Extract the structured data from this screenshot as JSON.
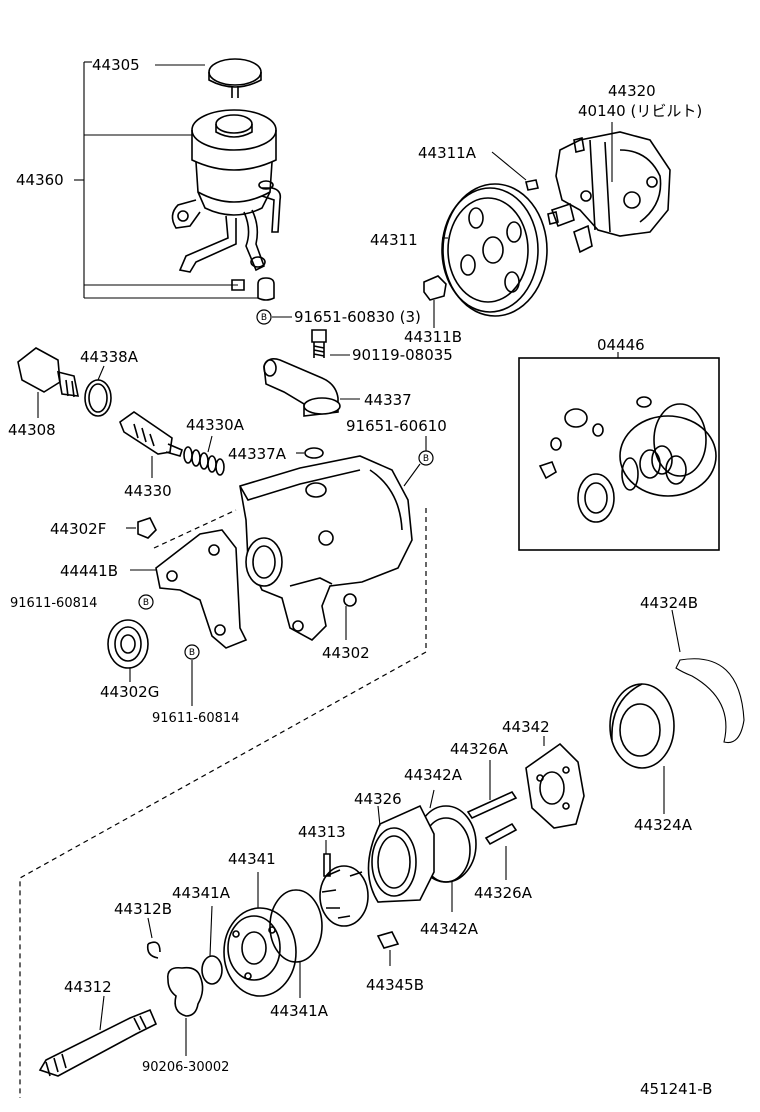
{
  "callouts": {
    "p44305": "44305",
    "p44360": "44360",
    "p44320": "44320",
    "p40140": "40140 (リビルト)",
    "p44311A": "44311A",
    "p44311": "44311",
    "p44311B": "44311B",
    "p91651_60830": "91651-60830 (3)",
    "p90119_08035": "90119-08035",
    "p44338A": "44338A",
    "p44308": "44308",
    "p44337": "44337",
    "p44330A": "44330A",
    "p44330": "44330",
    "p44337A": "44337A",
    "p91651_60610": "91651-60610",
    "p04446": "04446",
    "p44302F": "44302F",
    "p44441B": "44441B",
    "p91611_60814_a": "91611-60814",
    "p44302G": "44302G",
    "p91611_60814_b": "91611-60814",
    "p44302": "44302",
    "p44324B": "44324B",
    "p44342_top": "44342",
    "p44326A_top": "44326A",
    "p44342A_top": "44342A",
    "p44326": "44326",
    "p44313": "44313",
    "p44341": "44341",
    "p44341A_top": "44341A",
    "p44312B": "44312B",
    "p44324A": "44324A",
    "p44326A_bot": "44326A",
    "p44342A_bot": "44342A",
    "p44345B": "44345B",
    "p44312": "44312",
    "p44341A_bot": "44341A",
    "p90206_30002": "90206-30002",
    "figure_id": "451241-B"
  },
  "bolt_marker": "B"
}
